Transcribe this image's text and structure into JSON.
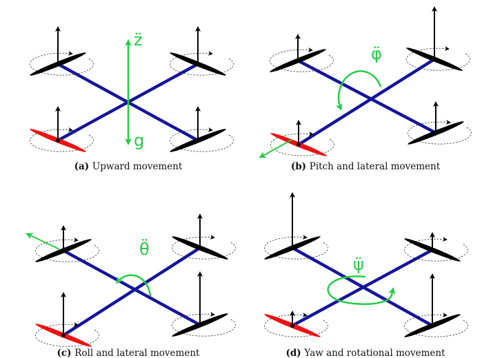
{
  "colors": {
    "frame": "#14149a",
    "rotor": "#000000",
    "highlight_rotor": "#ee1111",
    "accel": "#22cc44",
    "thrust": "#000000"
  },
  "panels": [
    {
      "id": "a",
      "tag": "(a)",
      "caption": "Upward movement",
      "accel_labels": [
        "z̈",
        "g"
      ],
      "motion": "vertical"
    },
    {
      "id": "b",
      "tag": "(b)",
      "caption": "Pitch and lateral movement",
      "accel_labels": [
        "φ̈"
      ],
      "motion": "pitch"
    },
    {
      "id": "c",
      "tag": "(c)",
      "caption": "Roll and lateral movement",
      "accel_labels": [
        "θ̈"
      ],
      "motion": "roll"
    },
    {
      "id": "d",
      "tag": "(d)",
      "caption": "Yaw and rotational movement",
      "accel_labels": [
        "ψ̈"
      ],
      "motion": "yaw"
    }
  ]
}
